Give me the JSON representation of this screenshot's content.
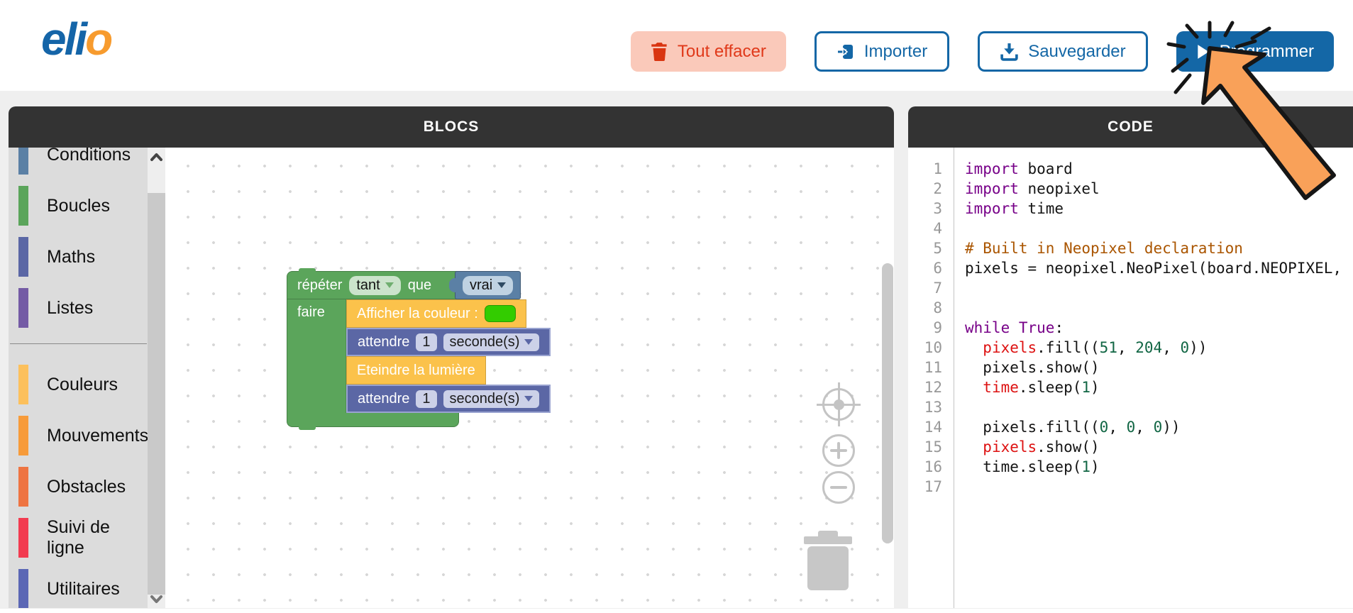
{
  "header": {
    "logo": {
      "part_blue": "eli",
      "part_orange": "o"
    },
    "buttons": [
      {
        "label": "Tout effacer",
        "icon": "trash-icon",
        "style": "danger-soft"
      },
      {
        "label": "Importer",
        "icon": "import-icon",
        "style": "outline"
      },
      {
        "label": "Sauvegarder",
        "icon": "download-icon",
        "style": "outline"
      },
      {
        "label": "Programmer",
        "icon": "play-icon",
        "style": "primary"
      }
    ]
  },
  "colors": {
    "primary_blue": "#1467a6",
    "danger_red": "#e0391a",
    "danger_bg": "#fac9ba",
    "panel_header_bg": "#333333",
    "flyout_bg": "#dcdcdc",
    "block_green": "#5ba55b",
    "block_yellow": "#fbc24b",
    "block_slate": "#5b67a5",
    "block_steel": "#5b80a5",
    "swatch_green": "#33cc00"
  },
  "blocks_panel": {
    "title": "BLOCS",
    "categories": [
      {
        "label": "Conditions",
        "color": "#5b80a5"
      },
      {
        "label": "Boucles",
        "color": "#5ba55b"
      },
      {
        "label": "Maths",
        "color": "#5b67a5"
      },
      {
        "label": "Listes",
        "color": "#745ba5",
        "divider_after": true
      },
      {
        "label": "Couleurs",
        "color": "#fcc05c"
      },
      {
        "label": "Mouvements",
        "color": "#f79b3a"
      },
      {
        "label": "Obstacles",
        "color": "#ee7442"
      },
      {
        "label": "Suivi de ligne",
        "color": "#f23b50"
      },
      {
        "label": "Utilitaires",
        "color": "#5b67b5"
      }
    ],
    "workspace": {
      "repeat": {
        "label_repeat": "répéter",
        "dropdown_mode": "tant",
        "label_que": "que",
        "label_do": "faire"
      },
      "condition": {
        "value": "vrai"
      },
      "body": [
        {
          "text": "Afficher la couleur :",
          "swatch_color": "#33cc00"
        },
        {
          "text": "attendre",
          "value": "1",
          "unit": "seconde(s)"
        },
        {
          "text": "Eteindre la lumière"
        },
        {
          "text": "attendre",
          "value": "1",
          "unit": "seconde(s)"
        }
      ],
      "controls": [
        "zoom-reset-icon",
        "zoom-in-icon",
        "zoom-out-icon",
        "trash-icon"
      ]
    }
  },
  "code_panel": {
    "title": "CODE",
    "lines": [
      {
        "n": 1,
        "segments": [
          {
            "t": "import",
            "c": "kw"
          },
          {
            "t": " board",
            "c": "plain"
          }
        ]
      },
      {
        "n": 2,
        "segments": [
          {
            "t": "import",
            "c": "kw"
          },
          {
            "t": " neopixel",
            "c": "plain"
          }
        ]
      },
      {
        "n": 3,
        "segments": [
          {
            "t": "import",
            "c": "kw"
          },
          {
            "t": " time",
            "c": "plain"
          }
        ]
      },
      {
        "n": 4,
        "segments": []
      },
      {
        "n": 5,
        "segments": [
          {
            "t": "# Built in Neopixel declaration",
            "c": "com"
          }
        ]
      },
      {
        "n": 6,
        "segments": [
          {
            "t": "pixels = neopixel.NeoPixel(board.NEOPIXEL,",
            "c": "plain"
          }
        ]
      },
      {
        "n": 7,
        "segments": []
      },
      {
        "n": 8,
        "segments": []
      },
      {
        "n": 9,
        "segments": [
          {
            "t": "while",
            "c": "kw"
          },
          {
            "t": " ",
            "c": "plain"
          },
          {
            "t": "True",
            "c": "kw"
          },
          {
            "t": ":",
            "c": "plain"
          }
        ]
      },
      {
        "n": 10,
        "segments": [
          {
            "t": "  ",
            "c": "plain"
          },
          {
            "t": "pixels",
            "c": "red"
          },
          {
            "t": ".fill((",
            "c": "plain"
          },
          {
            "t": "51",
            "c": "num"
          },
          {
            "t": ", ",
            "c": "plain"
          },
          {
            "t": "204",
            "c": "num"
          },
          {
            "t": ", ",
            "c": "plain"
          },
          {
            "t": "0",
            "c": "num"
          },
          {
            "t": "))",
            "c": "plain"
          }
        ]
      },
      {
        "n": 11,
        "segments": [
          {
            "t": "  pixels.show()",
            "c": "plain"
          }
        ]
      },
      {
        "n": 12,
        "segments": [
          {
            "t": "  ",
            "c": "plain"
          },
          {
            "t": "time",
            "c": "red"
          },
          {
            "t": ".sleep(",
            "c": "plain"
          },
          {
            "t": "1",
            "c": "num"
          },
          {
            "t": ")",
            "c": "plain"
          }
        ]
      },
      {
        "n": 13,
        "segments": []
      },
      {
        "n": 14,
        "segments": [
          {
            "t": "  pixels.fill((",
            "c": "plain"
          },
          {
            "t": "0",
            "c": "num"
          },
          {
            "t": ", ",
            "c": "plain"
          },
          {
            "t": "0",
            "c": "num"
          },
          {
            "t": ", ",
            "c": "plain"
          },
          {
            "t": "0",
            "c": "num"
          },
          {
            "t": "))",
            "c": "plain"
          }
        ]
      },
      {
        "n": 15,
        "segments": [
          {
            "t": "  ",
            "c": "plain"
          },
          {
            "t": "pixels",
            "c": "red"
          },
          {
            "t": ".show()",
            "c": "plain"
          }
        ]
      },
      {
        "n": 16,
        "segments": [
          {
            "t": "  time.sleep(",
            "c": "plain"
          },
          {
            "t": "1",
            "c": "num"
          },
          {
            "t": ")",
            "c": "plain"
          }
        ]
      },
      {
        "n": 17,
        "segments": []
      }
    ]
  },
  "overlay": {
    "cursor": "orange-click-pointer-over-programmer-button"
  }
}
